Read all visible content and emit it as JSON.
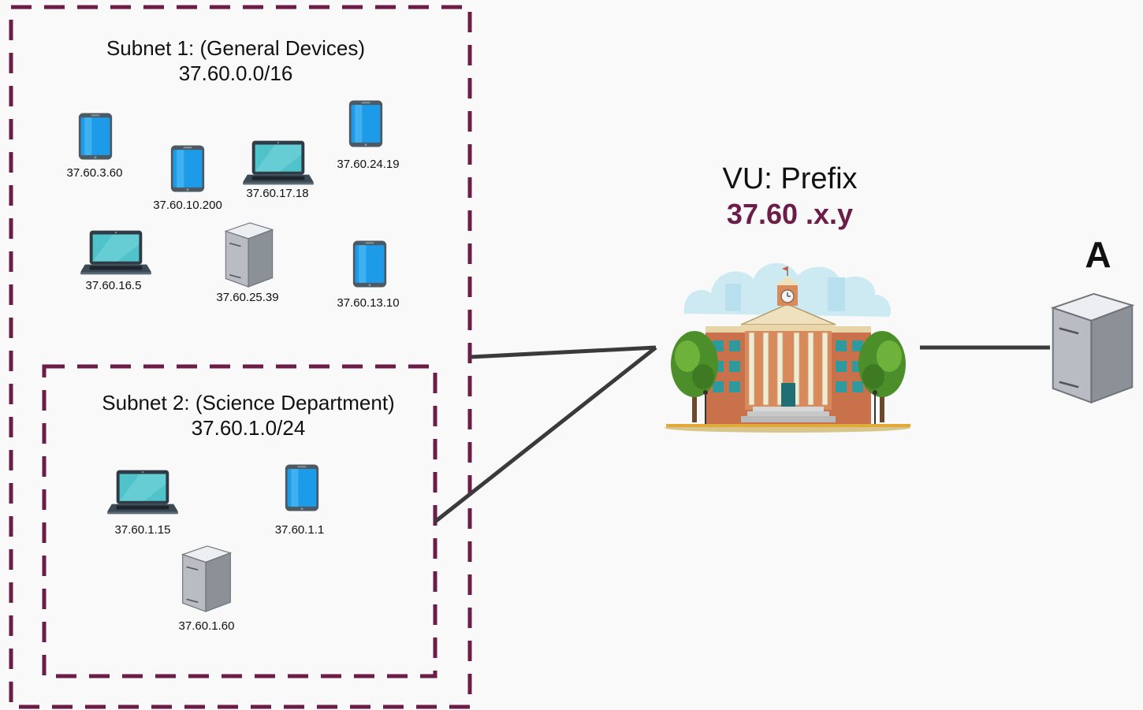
{
  "subnet1": {
    "title": "Subnet 1: (General Devices)",
    "cidr": "37.60.0.0/16"
  },
  "subnet2": {
    "title": "Subnet 2: (Science Department)",
    "cidr": "37.60.1.0/24"
  },
  "devices": {
    "d1": "37.60.3.60",
    "d2": "37.60.10.200",
    "d3": "37.60.17.18",
    "d4": "37.60.24.19",
    "d5": "37.60.16.5",
    "d6": "37.60.25.39",
    "d7": "37.60.13.10",
    "d8": "37.60.1.15",
    "d9": "37.60.1.1",
    "d10": "37.60.1.60"
  },
  "vu": {
    "label": "VU: Prefix",
    "prefix": "37.60 .x.y"
  },
  "router_a": {
    "label": "A"
  },
  "colors": {
    "border": "#6b1d47",
    "prefix": "#6b1d47",
    "line": "#3a3a3a"
  }
}
